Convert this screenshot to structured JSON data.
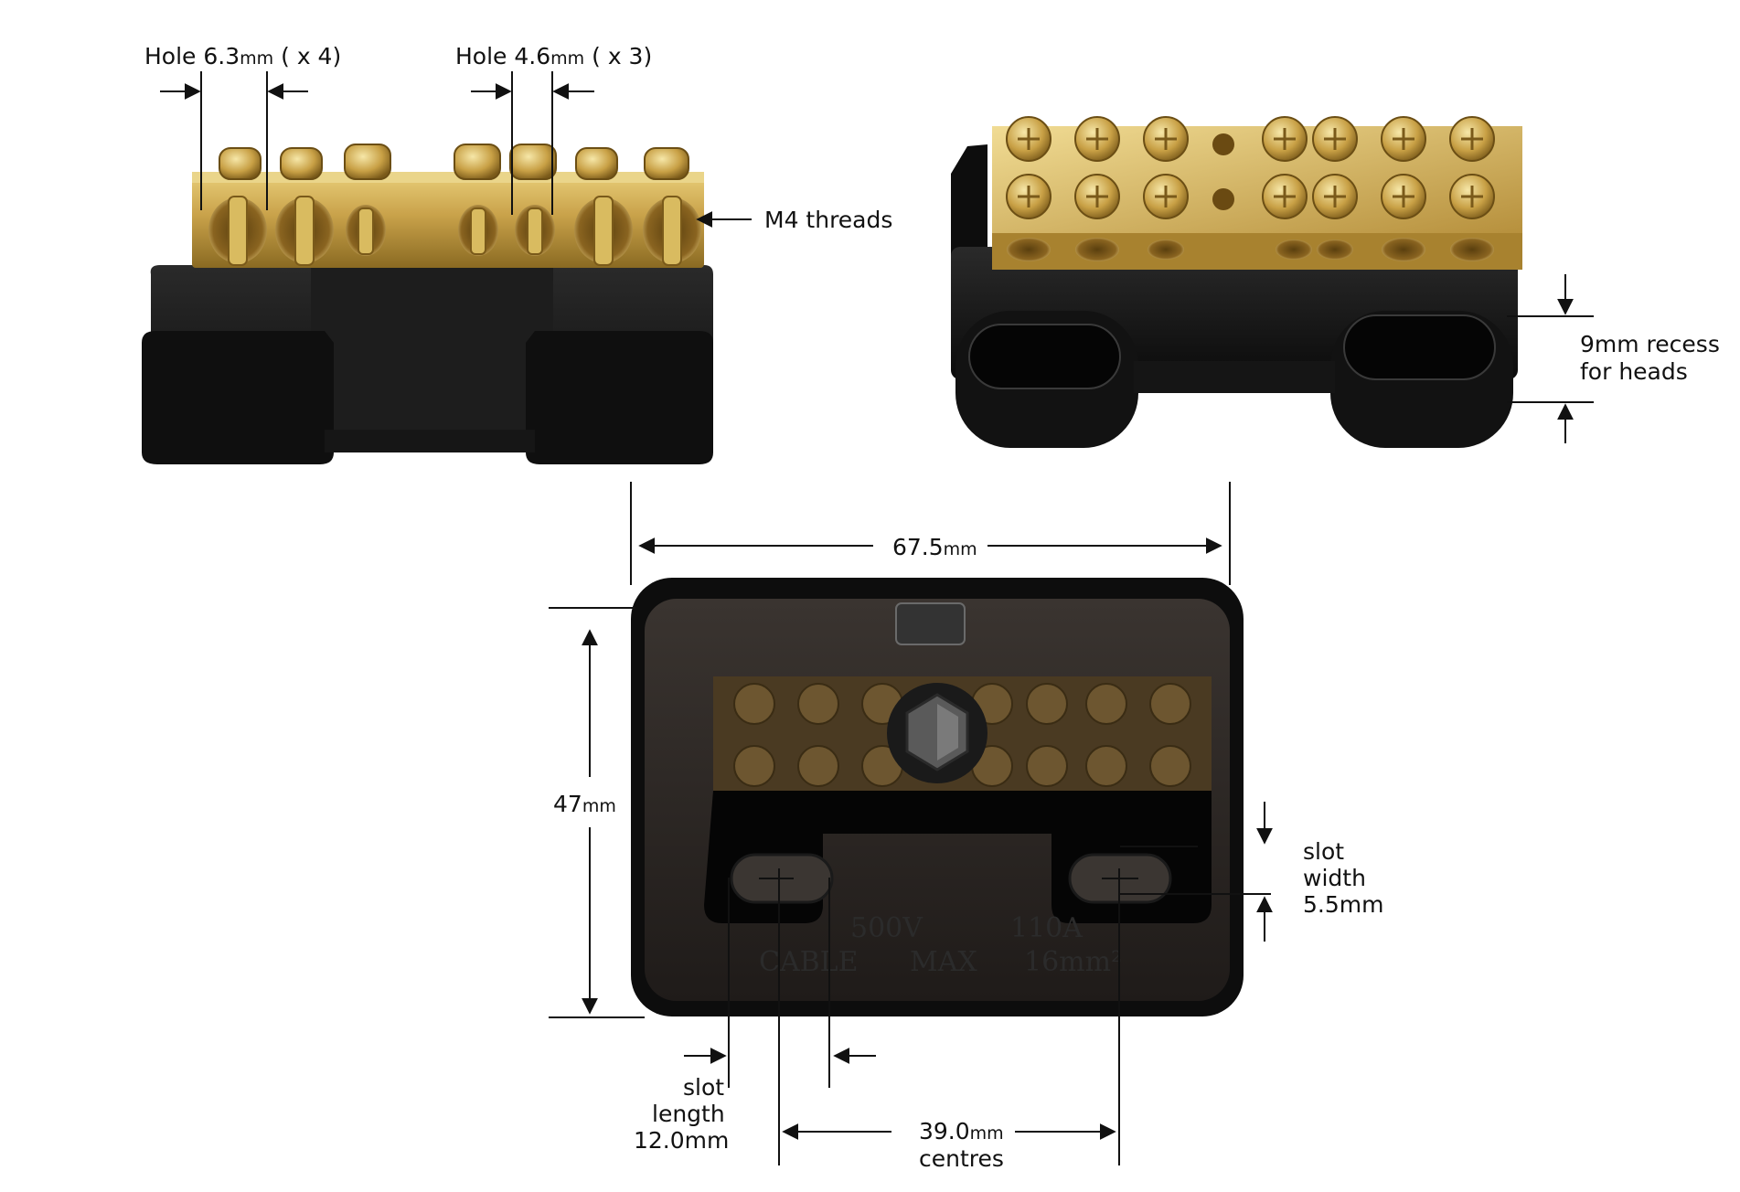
{
  "labels": {
    "hole_large": {
      "prefix": "Hole 6.3",
      "unit": "mm",
      "suffix": " ( x 4)"
    },
    "hole_small": {
      "prefix": "Hole 4.6",
      "unit": "mm",
      "suffix": " ( x 3)"
    },
    "threads": "M4 threads",
    "recess_line1": "9mm recess",
    "recess_line2": "for heads",
    "overall_width": {
      "value": "67.5",
      "unit": "mm"
    },
    "overall_height": {
      "value": "47",
      "unit": "mm"
    },
    "slot_width_line1": "slot",
    "slot_width_line2": "width",
    "slot_width_line3": "5.5mm",
    "slot_length_line1": "slot",
    "slot_length_line2": "length",
    "slot_length_line3": "12.0mm",
    "centres_value": {
      "value": "39.0",
      "unit": "mm"
    },
    "centres_word": "centres"
  },
  "cover_markings": {
    "voltage": "500V",
    "current": "110A",
    "cable": "CABLE",
    "max": "MAX",
    "area": "16mm²"
  },
  "colors": {
    "brass": "#c9a24a",
    "brass_dark": "#8a6a22",
    "housing": "#151515",
    "cover": "#2a2522"
  }
}
